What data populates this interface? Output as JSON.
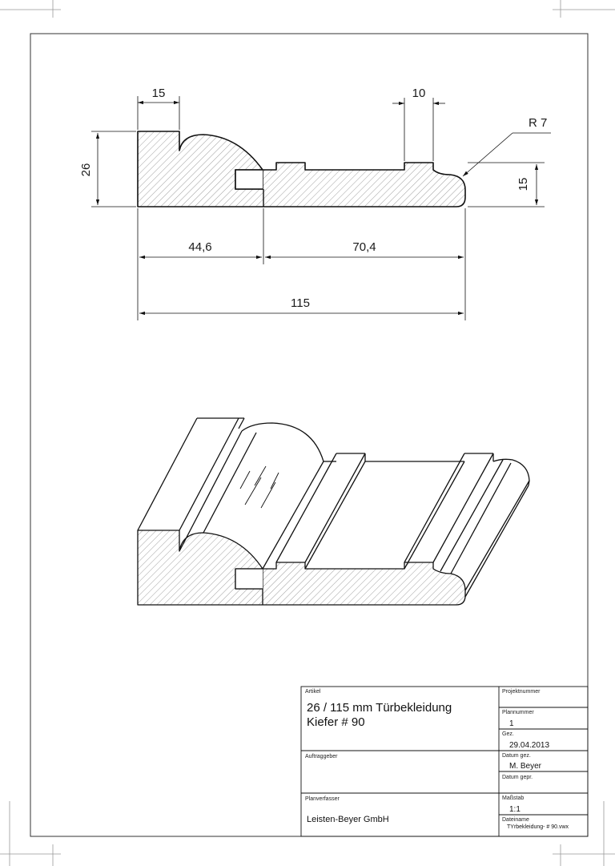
{
  "dimensions": {
    "top_width": "15",
    "groove_width": "10",
    "radius": "R 7",
    "height_total": "26",
    "height_right": "15",
    "left_part": "44,6",
    "right_part": "70,4",
    "total_width": "115"
  },
  "title_block": {
    "artikel_label": "Artikel",
    "artikel_line1": "26 / 115 mm Türbekleidung",
    "artikel_line2": "Kiefer # 90",
    "projektnummer_label": "Projektnummer",
    "plannummer_label": "Plannummer",
    "plannummer_value": "1",
    "gez_label": "Gez.",
    "gez_value": "29.04.2013",
    "auftraggeber_label": "Auftraggeber",
    "datum_gez_label": "Datum gez.",
    "datum_gez_value": "M. Beyer",
    "datum_gepr_label": "Datum gepr.",
    "planverfasser_label": "Planverfasser",
    "planverfasser_value": "Leisten-Beyer GmbH",
    "massstab_label": "Maßstab",
    "massstab_value": "1:1",
    "dateiname_label": "Dateiname",
    "dateiname_value": "TYrbekleidung- # 90.vwx"
  }
}
